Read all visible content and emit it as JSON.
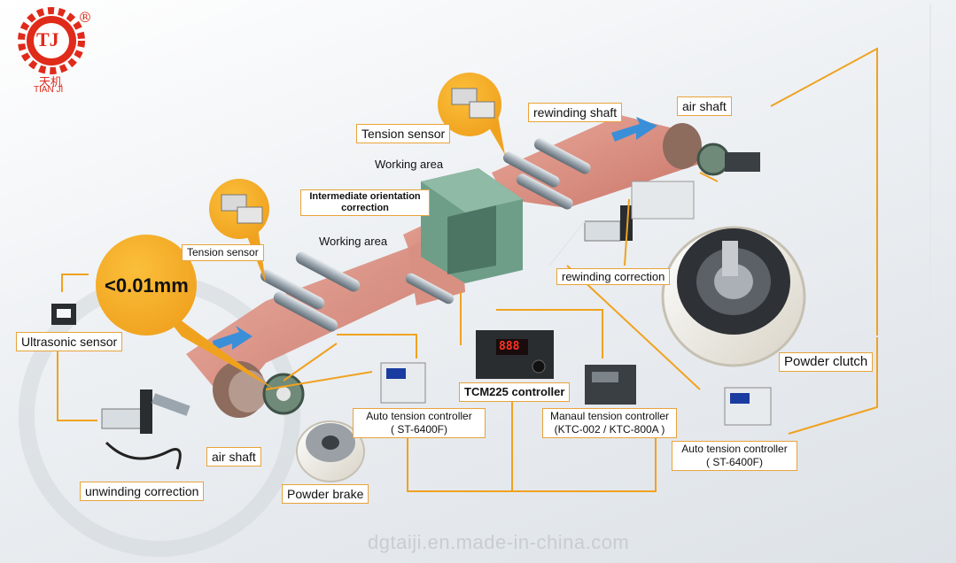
{
  "brand": {
    "logo_letters": "TJ",
    "registered": "®",
    "chinese_name": "天机",
    "name": "TIAN JI",
    "primary_color": "#e02a1a",
    "accent_color": "#f5a623"
  },
  "callouts": {
    "precision": "<0.01mm"
  },
  "labels": {
    "tension_sensor_top": "Tension sensor",
    "tension_sensor_left": "Tension sensor",
    "working_area_top": "Working area",
    "working_area_mid": "Working area",
    "intermediate_correction_line1": "Intermediate orientation",
    "intermediate_correction_line2": "correction",
    "rewinding_shaft": "rewinding shaft",
    "air_shaft_top": "air shaft",
    "air_shaft_bottom": "air shaft",
    "rewinding_correction": "rewinding correction",
    "ultrasonic_sensor": "Ultrasonic sensor",
    "powder_clutch": "Powder clutch",
    "tcm225_controller": "TCM225 controller",
    "auto_tension_left_line1": "Auto tension controller",
    "auto_tension_left_line2": "( ST-6400F)",
    "manual_tension_line1": "Manaul tension controller",
    "manual_tension_line2": "(KTC-002 / KTC-800A )",
    "auto_tension_right_line1": "Auto tension controller",
    "auto_tension_right_line2": "( ST-6400F)",
    "unwinding_correction": "unwinding correction",
    "powder_brake": "Powder brake"
  },
  "displays": {
    "tcm225_readout": "888"
  },
  "watermark": "dgtaiji.en.made-in-china.com",
  "icons": [
    "gear-logo-icon",
    "tension-sensor-icon",
    "ultrasonic-sensor-icon",
    "powder-clutch-icon",
    "powder-brake-icon",
    "controller-icon",
    "roller-icon",
    "air-shaft-icon",
    "correction-device-icon",
    "flow-arrow-icon"
  ]
}
